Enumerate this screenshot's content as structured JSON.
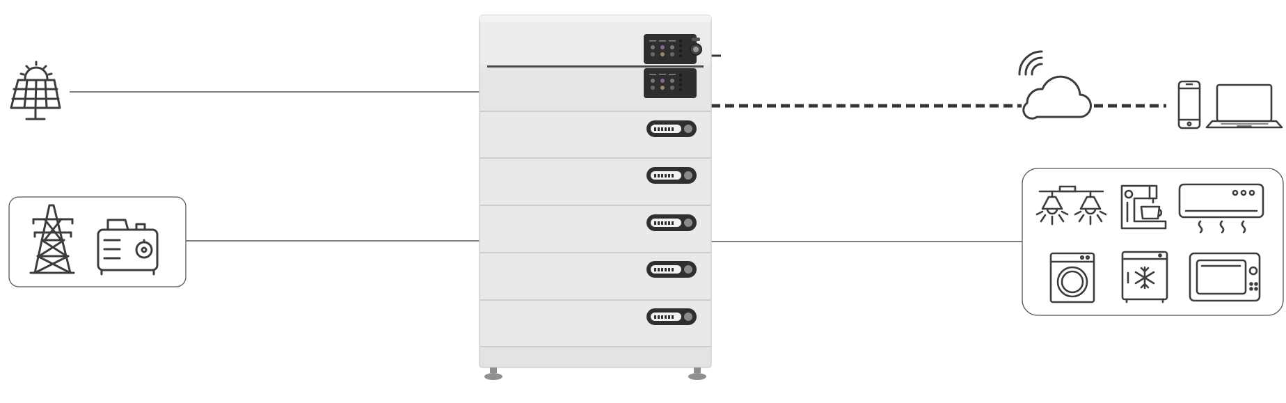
{
  "diagram": {
    "type": "home-energy-storage-system",
    "sources": [
      "solar-panel-icon",
      "power-tower-icon",
      "generator-icon"
    ],
    "battery_system": {
      "inverter_modules": 2,
      "battery_modules": 5,
      "connection_lines": [
        "solid-left-top",
        "solid-left-bottom",
        "dashed-right-top",
        "solid-right-bottom"
      ]
    },
    "monitoring": [
      "wifi-signal-icon",
      "cloud-icon",
      "smartphone-icon",
      "laptop-icon"
    ],
    "loads": [
      "ceiling-lights-icon",
      "coffee-machine-icon",
      "air-conditioner-icon",
      "washing-machine-icon",
      "refrigerator-icon",
      "microwave-icon"
    ]
  },
  "colors": {
    "icon_stroke": "#3c3c3c",
    "cabinet": "#e7e7e7",
    "cabinet_edge": "#cfcfcf",
    "display": "#2d2d2d",
    "line": "#333333"
  }
}
